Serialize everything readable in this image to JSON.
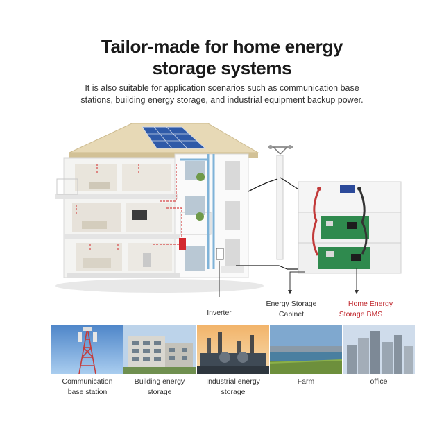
{
  "header": {
    "title_line1": "Tailor-made for home energy",
    "title_line2": "storage systems",
    "subtitle_line1": "It is also suitable for application scenarios such as communication base",
    "subtitle_line2": "stations, building energy storage, and industrial equipment backup power."
  },
  "diagram": {
    "inverter_label": "Inverter",
    "cabinet_label_line1": "Energy Storage",
    "cabinet_label_line2": "Cabinet",
    "bms_label_line1": "Home Energy",
    "bms_label_line2": "Storage BMS",
    "bms_color": "#c0272d"
  },
  "scenarios": [
    {
      "line1": "Communication",
      "line2": "base station",
      "icon": "cell-tower"
    },
    {
      "line1": "Building energy",
      "line2": "storage",
      "icon": "apartment-building"
    },
    {
      "line1": "Industrial energy",
      "line2": "storage",
      "icon": "industrial-plant"
    },
    {
      "line1": "Farm",
      "line2": "",
      "icon": "farm-field"
    },
    {
      "line1": "office",
      "line2": "",
      "icon": "office-towers"
    }
  ]
}
